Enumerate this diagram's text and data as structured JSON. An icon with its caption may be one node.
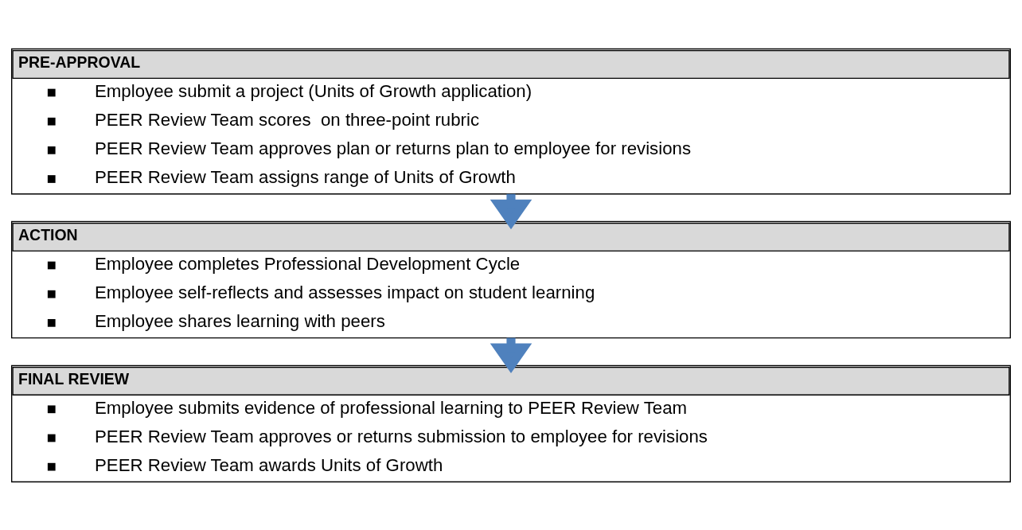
{
  "diagram": {
    "nodes": [
      {
        "text": [
          "PRE-APPROVAL",
          "Employee submit a project (Units of Growth application)",
          "PEER Review Team scores  on three-point rubric",
          "PEER Review Team approves plan or returns plan to employee for revisions",
          "PEER Review Team assigns range of Units of Growth"
        ]
      },
      {
        "text": [
          "ACTION",
          "Employee completes Professional Development Cycle",
          "Employee self-reflects and assesses impact on student learning",
          "Employee shares learning with peers"
        ]
      },
      {
        "text": [
          "FINAL REVIEW",
          "Employee submits evidence of professional learning to PEER Review Team",
          "PEER Review Team approves or returns submission to employee for revisions",
          "PEER Review Team awards Units of Growth"
        ]
      }
    ],
    "edges": [
      {
        "from": 0,
        "to": 1,
        "arrow": "to"
      },
      {
        "from": 1,
        "to": 2,
        "arrow": "to"
      }
    ]
  }
}
